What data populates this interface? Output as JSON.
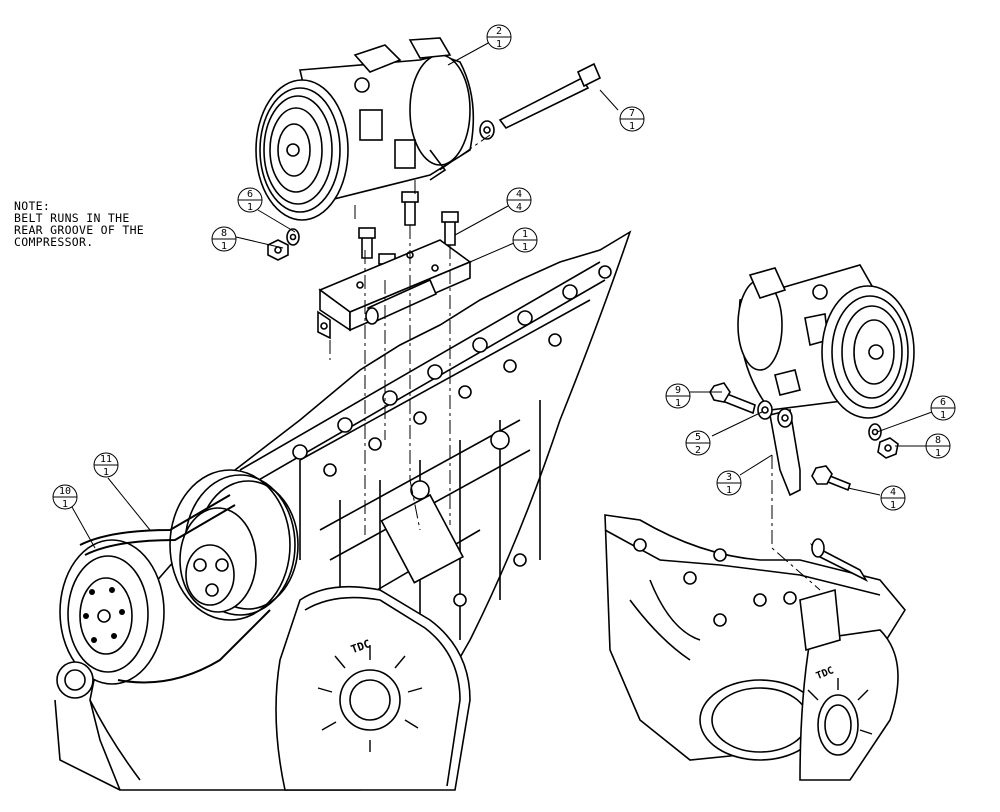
{
  "note": {
    "lines": [
      "NOTE:",
      "BELT RUNS IN THE",
      "REAR GROOVE OF THE",
      "COMPRESSOR."
    ]
  },
  "labels": {
    "tdc_main": "TDC",
    "tdc_inset": "TDC"
  },
  "callouts": [
    {
      "id": "c2",
      "item": "2",
      "qty": "1"
    },
    {
      "id": "c7",
      "item": "7",
      "qty": "1"
    },
    {
      "id": "c6a",
      "item": "6",
      "qty": "1"
    },
    {
      "id": "c8a",
      "item": "8",
      "qty": "1"
    },
    {
      "id": "c4a",
      "item": "4",
      "qty": "4"
    },
    {
      "id": "c1",
      "item": "1",
      "qty": "1"
    },
    {
      "id": "c11",
      "item": "11",
      "qty": "1"
    },
    {
      "id": "c10",
      "item": "10",
      "qty": "1"
    },
    {
      "id": "c9",
      "item": "9",
      "qty": "1"
    },
    {
      "id": "c5",
      "item": "5",
      "qty": "2"
    },
    {
      "id": "c3",
      "item": "3",
      "qty": "1"
    },
    {
      "id": "c6b",
      "item": "6",
      "qty": "1"
    },
    {
      "id": "c8b",
      "item": "8",
      "qty": "1"
    },
    {
      "id": "c4b",
      "item": "4",
      "qty": "1"
    }
  ]
}
